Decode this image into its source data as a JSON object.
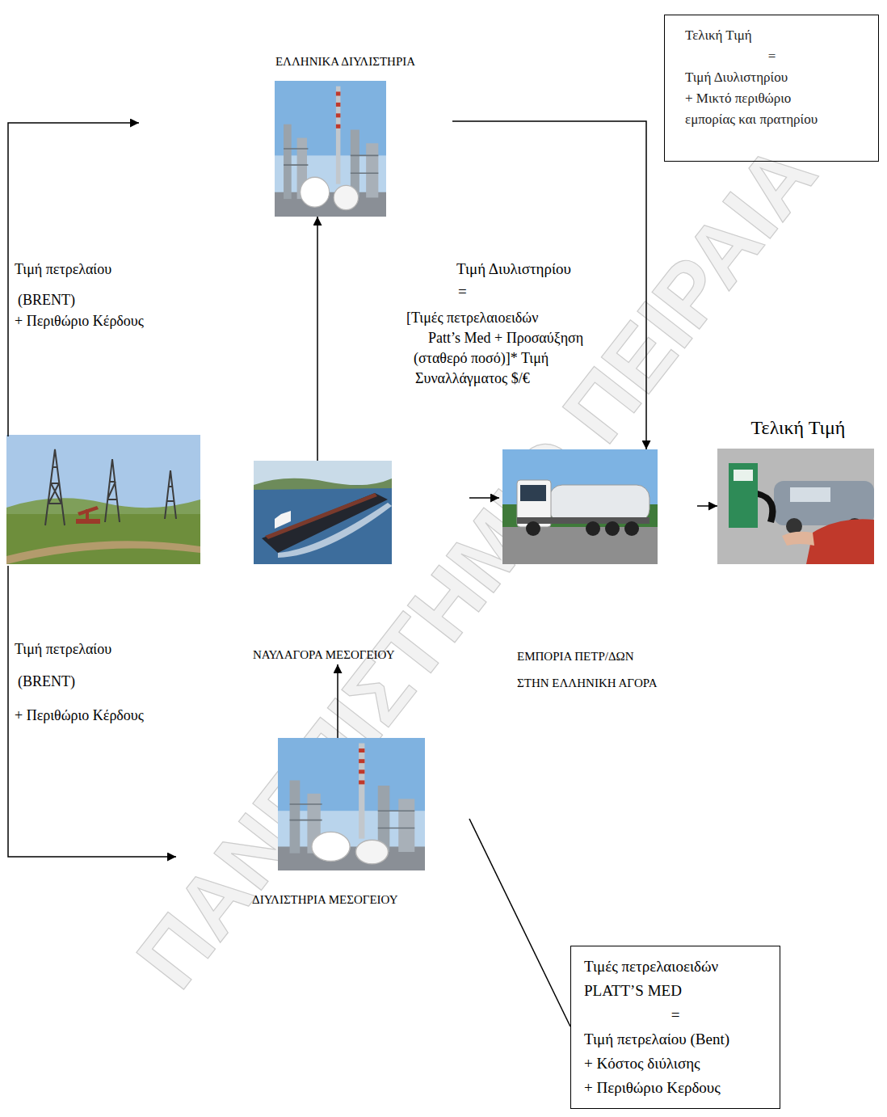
{
  "diagram": {
    "nodes": [
      {
        "text": [
          "Τελική Τιμή",
          "=",
          "Τιμή Διυλιστηρίου",
          "+ Μικτό περιθώριο εμπορίας και πρατηρίου"
        ]
      },
      {
        "text": [
          "ΕΛΛΗΝΙΚΑ ΔΙΥΛΙΣΤΗΡΙΑ"
        ]
      },
      {
        "text": [
          "ΝΑΥΛΑΓΟΡΑ ΜΕΣΟΓΕΙΟΥ"
        ]
      },
      {
        "text": [
          "ΕΜΠΟΡΙΑ ΠΕΤΡ/ΔΩΝ",
          "ΣΤΗΝ ΕΛΛΗΝΙΚΗ ΑΓΟΡΑ"
        ]
      },
      {
        "text": [
          "Τελική Τιμή"
        ]
      },
      {
        "text": [
          "ΔΙΥΛΙΣΤΗΡΙΑ ΜΕΣΟΓΕΙΟΥ"
        ]
      },
      {
        "text": [
          "Τιμές πετρελαιοειδών PLATT’S MED",
          "=",
          "Τιμή πετρελαίου (Bent)",
          "+ Κόστος διύλισης",
          "+ Περιθώριο Κερδους"
        ]
      }
    ],
    "edges": [
      {
        "from": 2,
        "to": 1,
        "arrow": "to"
      },
      {
        "from": 1,
        "to": 3,
        "arrow": "to"
      },
      {
        "from": 5,
        "to": 2,
        "arrow": "to"
      },
      {
        "from": 2,
        "to": 3,
        "arrow": "to"
      },
      {
        "from": 3,
        "to": 4,
        "arrow": "to"
      },
      {
        "from": 5,
        "to": 6,
        "arrow": "none"
      }
    ],
    "labels": [
      "Τιμή πετρελαίου",
      "(BRENT)",
      "+ Περιθώριο Κέρδους",
      "Τιμή Διυλιστηρίου",
      "=",
      "[Τιμές πετρελαιοειδών",
      "Patt’s Med + Προσαύξηση",
      "(σταθερό ποσό)]* Τιμή",
      "Συναλλάγματος $/€",
      "Τιμή πετρελαίου",
      "(BRENT)",
      "+ Περιθώριο Κέρδους",
      "ΠΑΝΕΠΙΣΤΗΜΙΟ ΠΕΙΡΑΙΑ"
    ]
  }
}
